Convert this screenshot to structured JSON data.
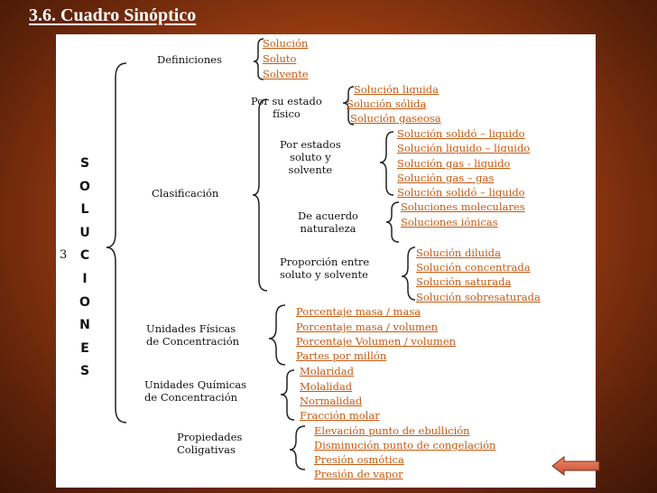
{
  "title": "3.6. Cuadro Sinóptico",
  "vertical_word": [
    "S",
    "O",
    "L",
    "U",
    "C",
    "I",
    "O",
    "N",
    "E",
    "S"
  ],
  "number_label": "3",
  "level1": {
    "definiciones": "Definiciones",
    "clasificacion": "Clasificación",
    "unidades_fisicas": [
      "Unidades Físicas",
      "de Concentración"
    ],
    "unidades_quimicas": [
      "Unidades Químicas",
      "de Concentración"
    ],
    "propiedades": [
      "Propiedades",
      "Coligativas"
    ]
  },
  "definiciones_items": [
    "Solución",
    "Soluto",
    "Solvente"
  ],
  "clasificacion": {
    "estado_fisico": {
      "label": [
        "Por su estado",
        "físico"
      ],
      "items": [
        "Solución liquida",
        "Solución sólida",
        "Solución gaseosa"
      ]
    },
    "estados_soluto": {
      "label": [
        "Por estados",
        "soluto y",
        "solvente"
      ],
      "items": [
        "Solución solidó – liquido",
        "Solución liquido – liquido",
        "Solución gas - liquido",
        "Solución gas – gas",
        "Solución solidó – liquido"
      ]
    },
    "naturaleza": {
      "label": [
        "De acuerdo",
        "naturaleza"
      ],
      "items": [
        "Soluciones moleculares",
        "Soluciones iónicas"
      ]
    },
    "proporcion": {
      "label": [
        "Proporción entre",
        "soluto y solvente"
      ],
      "items": [
        "Solución diluida",
        "Solución concentrada",
        "Solución saturada",
        "Solución sobresaturada"
      ]
    }
  },
  "unidades_fisicas_items": [
    "Porcentaje masa / masa",
    "Porcentaje masa / volumen",
    "Porcentaje Volumen / volumen",
    "Partes por millón"
  ],
  "unidades_quimicas_items": [
    "Molaridad",
    "Molalidad",
    "Normalidad",
    "Fracción molar"
  ],
  "propiedades_items": [
    "Elevación punto de ebullición",
    "Disminución punto de congelación",
    "Presión osmótica",
    "Presión de vapor"
  ],
  "colors": {
    "leaf": "#c55a11",
    "back_button": "#d9674a"
  },
  "back_button_icon": "left-arrow-icon"
}
